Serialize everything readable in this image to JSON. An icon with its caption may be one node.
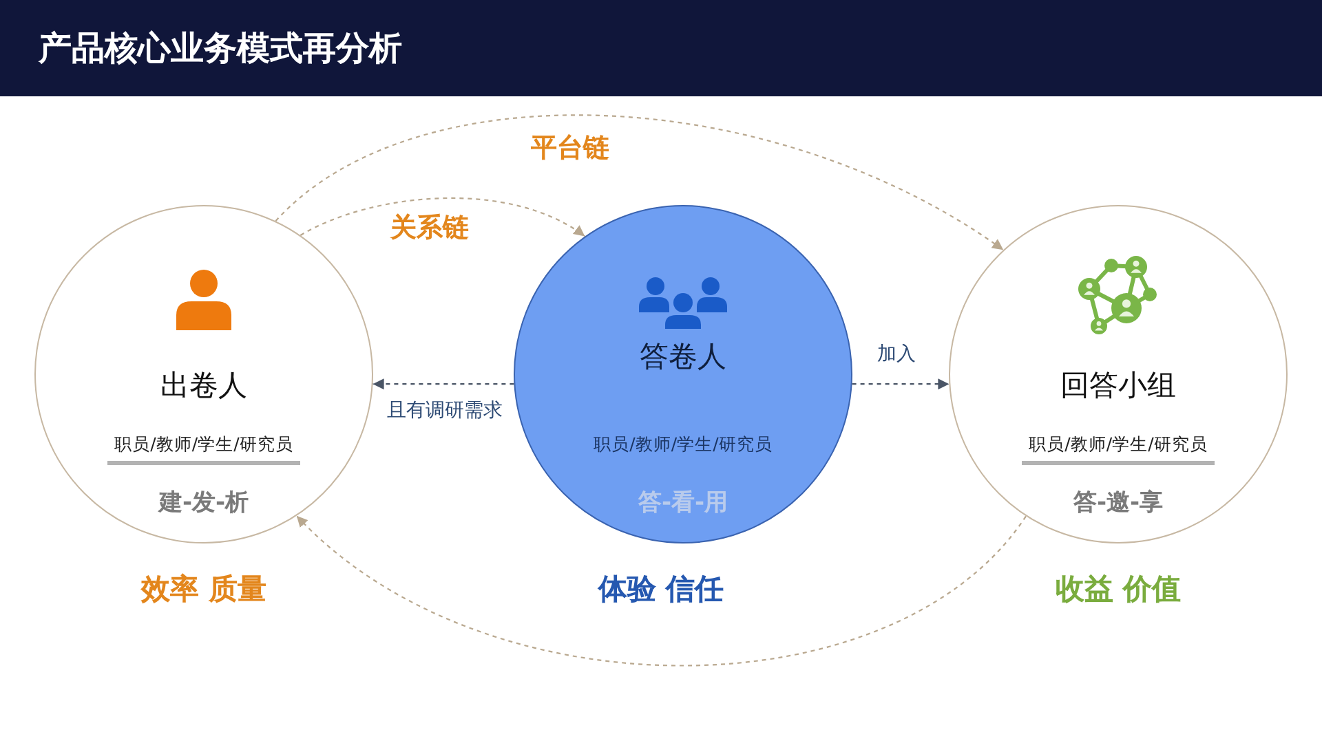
{
  "diagram": {
    "title": "产品核心业务模式再分析",
    "nodes": [
      {
        "text": [
          "出卷人",
          "职员/教师/学生/研究员",
          "建-发-析"
        ],
        "beside": [
          "效率 质量"
        ]
      },
      {
        "text": [
          "答卷人",
          "职员/教师/学生/研究员",
          "答-看-用"
        ],
        "beside": [
          "体验 信任"
        ]
      },
      {
        "text": [
          "回答小组",
          "职员/教师/学生/研究员",
          "答-邀-享"
        ],
        "beside": [
          "收益 价值"
        ]
      }
    ],
    "edges": [
      {
        "from": 0,
        "to": 2,
        "arrow": "to",
        "label": "平台链",
        "style": "dashed"
      },
      {
        "from": 0,
        "to": 1,
        "arrow": "to",
        "label": "关系链",
        "style": "dashed"
      },
      {
        "from": 1,
        "to": 0,
        "arrow": "to",
        "label": "且有调研需求",
        "style": "dashed",
        "color": "#4a5566"
      },
      {
        "from": 1,
        "to": 2,
        "arrow": "to",
        "label": "加入",
        "style": "dashed",
        "color": "#4a5566"
      },
      {
        "from": 2,
        "to": 0,
        "arrow": "to",
        "style": "dashed"
      }
    ]
  }
}
